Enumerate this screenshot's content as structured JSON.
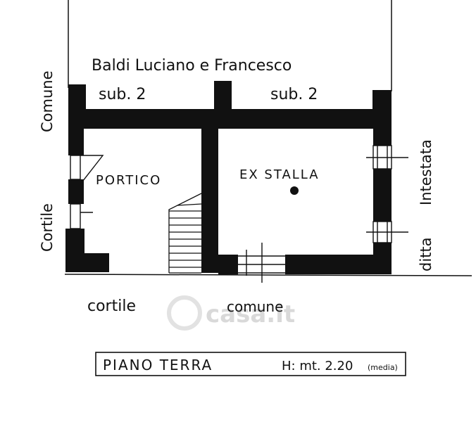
{
  "plan": {
    "owner_label": "Baldi  Luciano  e  Francesco",
    "sub_left": "sub. 2",
    "sub_right": "sub. 2",
    "left_side_top": "Comune",
    "left_side_bottom": "Cortile",
    "right_side_top": "Intestata",
    "right_side_bottom": "ditta",
    "room_left": "PORTICO",
    "room_right": "EX  STALLA",
    "bottom_left": "cortile",
    "bottom_right": "comune",
    "floor_title": "PIANO  TERRA",
    "floor_height": "H: mt. 2.20",
    "floor_height_note": "(media)",
    "watermark": "casa.it"
  },
  "colors": {
    "ink": "#111111",
    "watermark": "#d9d9d9"
  }
}
